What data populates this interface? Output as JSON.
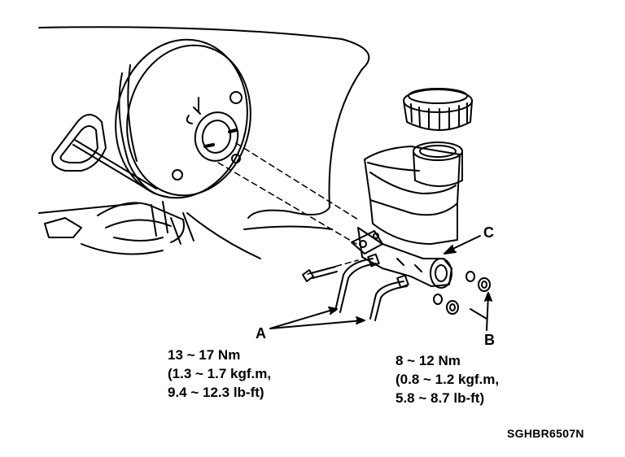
{
  "labels": {
    "a": "A",
    "b": "B",
    "c": "C"
  },
  "torque_left": {
    "line1": "13 ~ 17 Nm",
    "line2": "(1.3 ~ 1.7 kgf.m,",
    "line3": "9.4 ~ 12.3 lb-ft)"
  },
  "torque_right": {
    "line1": "8 ~ 12 Nm",
    "line2": "(0.8 ~ 1.2 kgf.m,",
    "line3": "5.8 ~ 8.7 lb-ft)"
  },
  "figure_code": "SGHBR6507N"
}
